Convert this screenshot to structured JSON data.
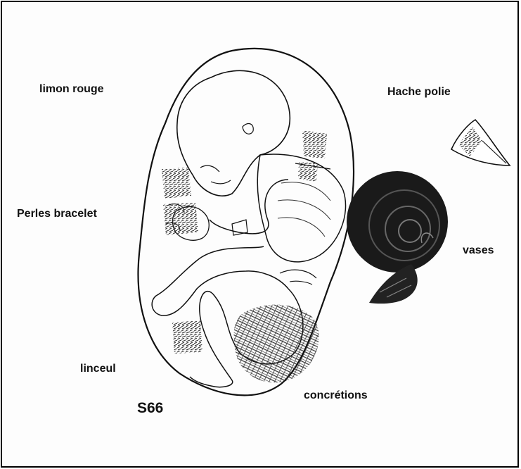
{
  "figure": {
    "id_label": "S66",
    "colors": {
      "ink": "#111111",
      "paper": "#fdfdfd"
    },
    "labels": [
      {
        "key": "limon_rouge",
        "text": "limon rouge"
      },
      {
        "key": "hache_polie",
        "text": "Hache polie"
      },
      {
        "key": "perles_bracelet",
        "text": "Perles bracelet"
      },
      {
        "key": "vases",
        "text": "vases"
      },
      {
        "key": "linceul",
        "text": "linceul"
      },
      {
        "key": "concretions",
        "text": "concrétions"
      }
    ]
  }
}
